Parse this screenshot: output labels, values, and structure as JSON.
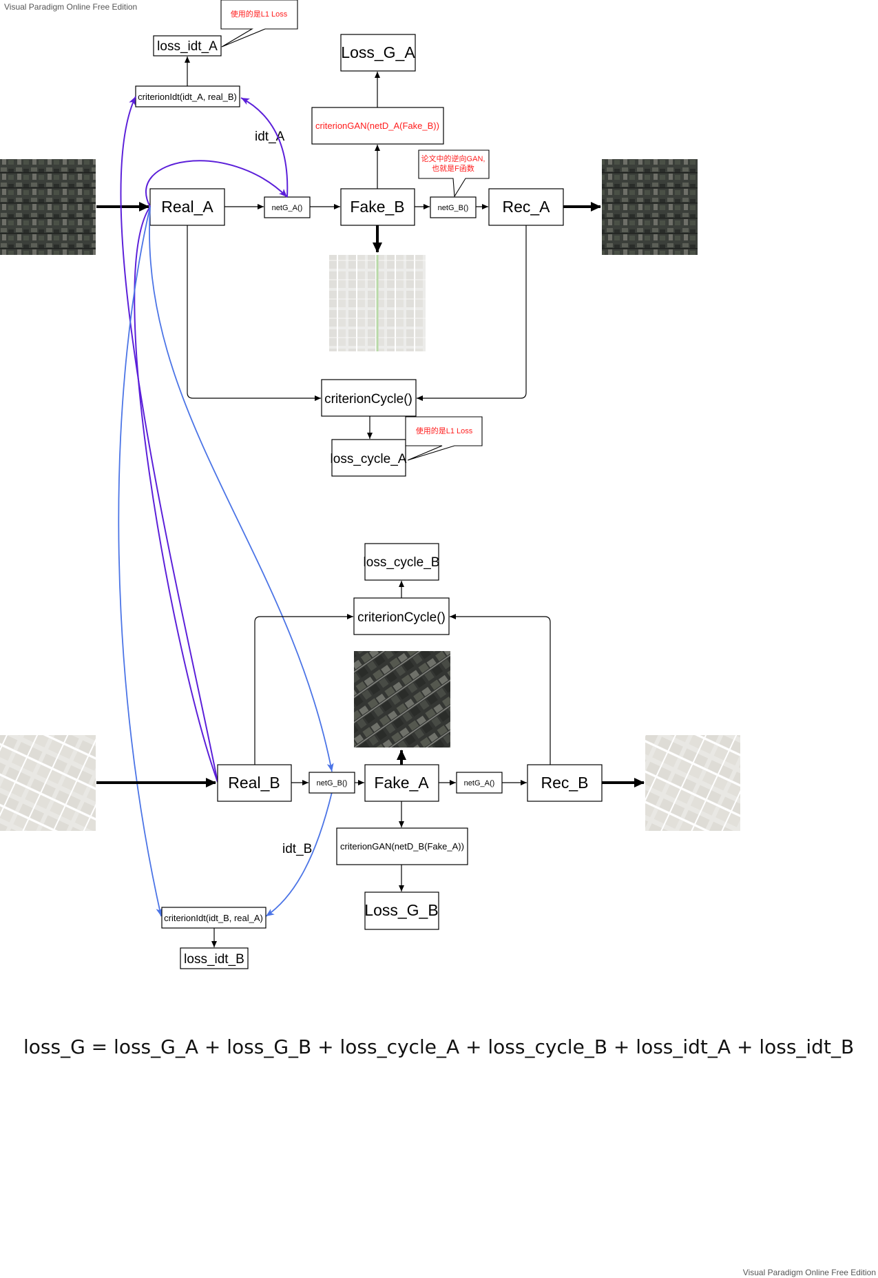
{
  "watermark": "Visual Paradigm Online Free Edition",
  "top": {
    "loss_idt_a": "loss_idt_A",
    "criterion_idt_a": "criterionIdt(idt_A, real_B)",
    "idt_a_label": "idt_A",
    "l1_note_1": "使用的是L1 Loss",
    "loss_g_a": "Loss_G_A",
    "criterion_gan_a": "criterionGAN(netD_A(Fake_B))",
    "note_inverse_gan_line1": "论文中的逆向GAN,",
    "note_inverse_gan_line2": "也就是F函数",
    "real_a": "Real_A",
    "netg_a": "netG_A()",
    "fake_b": "Fake_B",
    "netg_b": "netG_B()",
    "rec_a": "Rec_A",
    "criterion_cycle_a": "criterionCycle()",
    "l1_note_2": "使用的是L1 Loss",
    "loss_cycle_a": "loss_cycle_A"
  },
  "bottom": {
    "loss_cycle_b": "loss_cycle_B",
    "criterion_cycle_b": "criterionCycle()",
    "real_b": "Real_B",
    "netg_b": "netG_B()",
    "fake_a": "Fake_A",
    "netg_a": "netG_A()",
    "rec_b": "Rec_B",
    "criterion_gan_b": "criterionGAN(netD_B(Fake_A))",
    "loss_g_b": "Loss_G_B",
    "idt_b_label": "idt_B",
    "criterion_idt_b": "criterionIdt(idt_B, real_A)",
    "loss_idt_b": "loss_idt_B"
  },
  "formula": "loss_G = loss_G_A + loss_G_B + loss_cycle_A + loss_cycle_B + loss_idt_A + loss_idt_B",
  "colors": {
    "purple": "#5b1fd9",
    "blue": "#4b74e6",
    "red_note": "#ff1b1b"
  }
}
